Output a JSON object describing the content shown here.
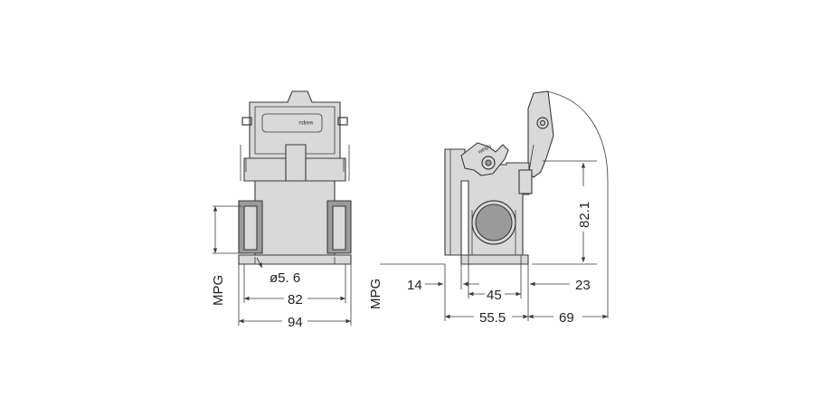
{
  "drawing": {
    "front_view": {
      "brand_mark": "weipu",
      "hole_label": "ø5. 6",
      "dim_inner_width": "82",
      "dim_outer_width": "94",
      "thread_label": "MPG"
    },
    "side_view": {
      "thread_label": "MPG",
      "dim_height": "82.1",
      "dim_left_offset": "14",
      "dim_hole_spacing": "45",
      "dim_right_offset": "23",
      "dim_base_length": "55.5",
      "dim_lever_swing": "69"
    },
    "colors": {
      "line": "#3a3a3a",
      "fill_light": "#d9d9d9",
      "fill_dark": "#9a9a9a"
    }
  }
}
